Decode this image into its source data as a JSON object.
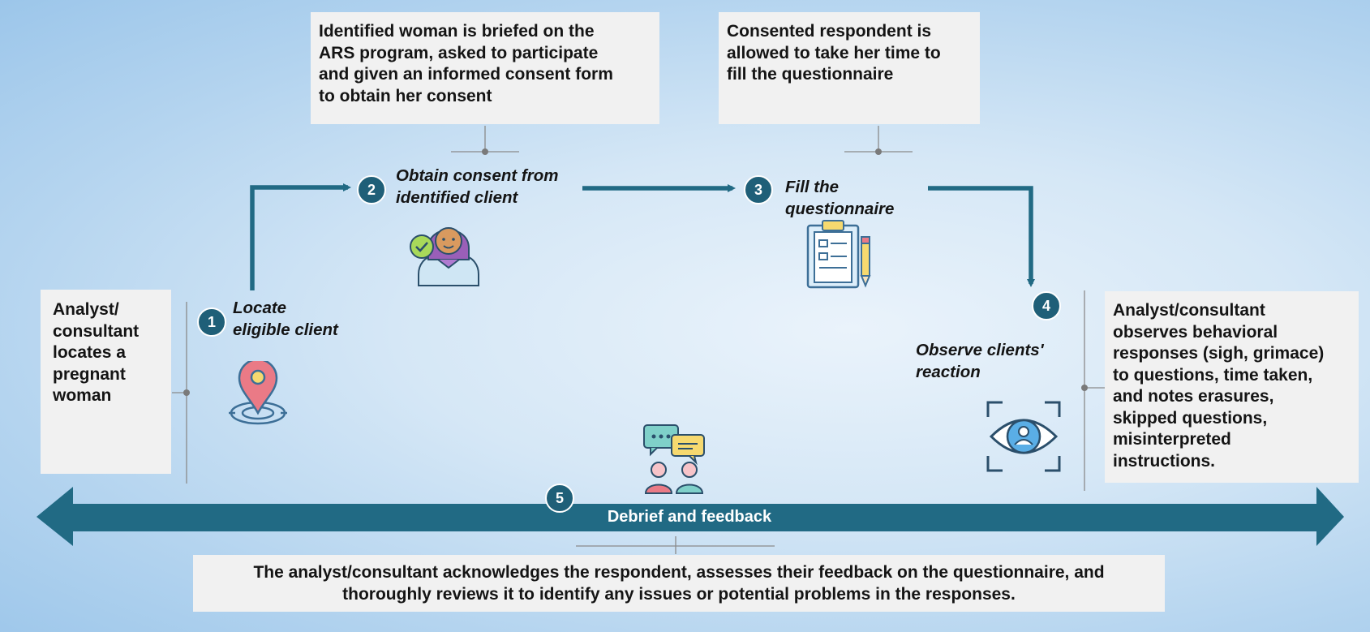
{
  "colors": {
    "arrow": "#216a84",
    "badge": "#1f5f78",
    "box_bg": "#f1f1f1",
    "background_light": "#eaf3fb",
    "background_dark": "#9cc6ea"
  },
  "steps": [
    {
      "number": "1",
      "label_lines": [
        "Locate",
        "eligible client"
      ],
      "icon": "location-pin-icon"
    },
    {
      "number": "2",
      "label_lines": [
        "Obtain consent from",
        "identified client"
      ],
      "icon": "woman-consent-icon"
    },
    {
      "number": "3",
      "label_lines": [
        "Fill the",
        "questionnaire"
      ],
      "icon": "clipboard-pen-icon"
    },
    {
      "number": "4",
      "label_lines": [
        "Observe clients'",
        "reaction"
      ],
      "icon": "eye-scan-icon"
    },
    {
      "number": "5",
      "label_lines": [
        "Debrief and feedback"
      ],
      "icon": "conversation-icon"
    }
  ],
  "boxes": {
    "step1": [
      "Analyst/",
      "consultant",
      "locates a",
      "pregnant",
      "woman"
    ],
    "step2": [
      "Identified woman is briefed on the",
      "ARS program, asked to participate",
      "and given an informed consent form",
      "to obtain her consent"
    ],
    "step3": [
      "Consented respondent is",
      "allowed to take her time to",
      "fill the questionnaire"
    ],
    "step4": [
      "Analyst/consultant",
      "observes behavioral",
      "responses (sigh, grimace)",
      "to questions, time taken,",
      "and notes erasures,",
      "skipped questions,",
      "misinterpreted",
      "instructions."
    ],
    "step5": [
      "The analyst/consultant acknowledges the respondent, assesses their feedback on the questionnaire, and",
      "thoroughly reviews it to identify any issues or potential problems in the responses."
    ]
  }
}
